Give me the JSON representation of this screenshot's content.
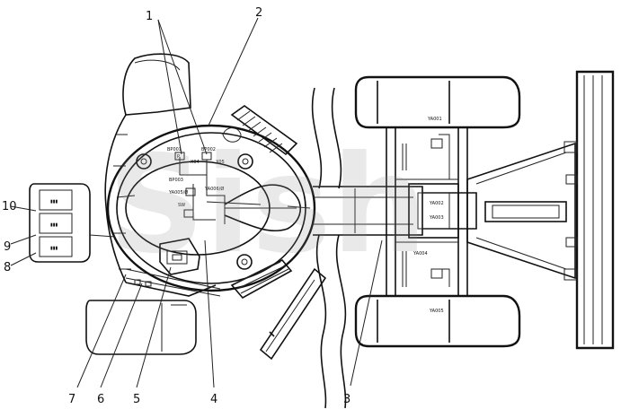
{
  "callouts": {
    "n1": "1",
    "n2": "2",
    "n3": "3",
    "n4": "4",
    "n5": "5",
    "n6": "6",
    "n7": "7",
    "n8": "8",
    "n9": "9",
    "n10": "10"
  },
  "component_labels": {
    "bp001": "BP001",
    "bp002": "BP002",
    "bp003": "BP003",
    "ya001": "YA001",
    "ya002": "YA002",
    "ya003": "YA003",
    "ya004": "YA004",
    "ya005": "YA005",
    "yao05": "YA005/Ø",
    "yao6": "YA006/Ø",
    "sw": "SW",
    "x04": "X04",
    "x05": "X05",
    "p": "P"
  },
  "watermark_text": "Sish",
  "colors": {
    "line": "#111111",
    "watermark": "#8a8a8a",
    "background": "#ffffff"
  }
}
